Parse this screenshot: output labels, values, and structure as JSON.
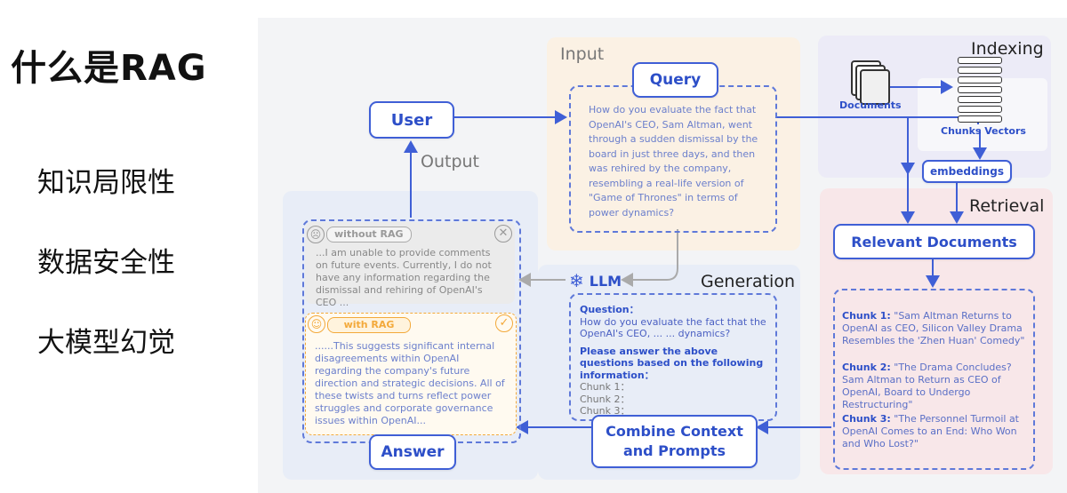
{
  "slide": {
    "title": "什么是RAG",
    "bullets": [
      "知识局限性",
      "数据安全性",
      "大模型幻觉"
    ]
  },
  "regions": {
    "input": "Input",
    "indexing": "Indexing",
    "retrieval": "Retrieval",
    "generation": "Generation",
    "output": "Output"
  },
  "nodes": {
    "user": "User",
    "query": "Query",
    "relevant_documents": "Relevant Documents",
    "embeddings": "embeddings",
    "llm": "LLM",
    "combine_line1": "Combine Context",
    "combine_line2": "and Prompts",
    "answer": "Answer"
  },
  "labels": {
    "documents": "Documents",
    "chunks_vectors": "Chunks Vectors"
  },
  "query_text": "How do you evaluate the fact that OpenAI's CEO, Sam Altman, went through a sudden dismissal by the board in just three days, and then was rehired by the company, resembling a real-life version of \"Game of Thrones\" in terms of power dynamics?",
  "chunks": [
    {
      "label": "Chunk 1:",
      "text": "\"Sam Altman Returns to OpenAI as CEO, Silicon Valley Drama Resembles the 'Zhen Huan' Comedy\""
    },
    {
      "label": "Chunk 2:",
      "text": "\"The Drama Concludes? Sam Altman to Return as CEO of OpenAI, Board to Undergo Restructuring\""
    },
    {
      "label": "Chunk 3:",
      "text": "\"The Personnel Turmoil at OpenAI Comes to an End: Who Won and Who Lost?\""
    }
  ],
  "prompt": {
    "question_label": "Question：",
    "question_text": "How do you evaluate the fact that the OpenAI's CEO, ... ... dynamics?",
    "instruction": "Please answer the above questions based on the following information：",
    "chunk_lines": [
      "Chunk 1：",
      "Chunk 2：",
      "Chunk 3："
    ]
  },
  "without_rag": {
    "tag": "without RAG",
    "text": "...I am unable to provide comments on future events. Currently, I do not have any information regarding the dismissal and rehiring of OpenAI's CEO ..."
  },
  "with_rag": {
    "tag": "with RAG",
    "text": "......This suggests significant internal disagreements within OpenAI regarding the company's future direction and strategic decisions. All of these twists and turns reflect power struggles and corporate governance issues within OpenAI..."
  },
  "colors": {
    "accent": "#3f5fd6",
    "input_bg": "#fbf1e4",
    "indexing_bg": "#ecebf7",
    "retrieval_bg": "#f8e7e9",
    "generation_bg": "#e8edf7",
    "with_rag": "#f3a93a",
    "without_rag": "#b5b5b5"
  }
}
